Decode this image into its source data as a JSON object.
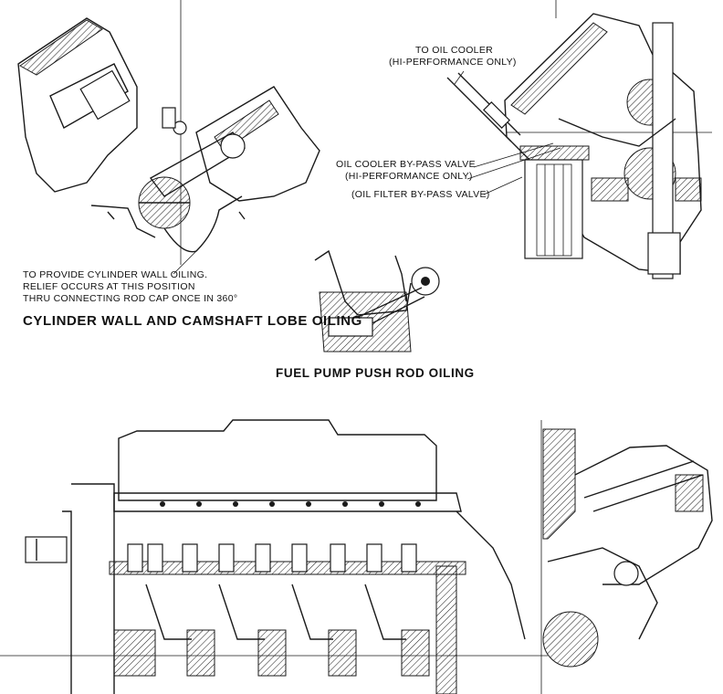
{
  "labels": {
    "oil_cooler_line1": "TO OIL COOLER",
    "oil_cooler_line2": "(HI-PERFORMANCE ONLY)",
    "bypass_line1": "OIL COOLER BY-PASS VALVE",
    "bypass_line2": "(HI-PERFORMANCE ONLY)",
    "filter_bypass": "(OIL FILTER BY-PASS VALVE)",
    "relief_line1": "TO PROVIDE CYLINDER WALL OILING.",
    "relief_line2": "RELIEF OCCURS AT THIS POSITION",
    "relief_line3": "THRU CONNECTING ROD CAP ONCE IN 360°"
  },
  "captions": {
    "cylinder_wall": "CYLINDER WALL AND CAMSHAFT LOBE OILING",
    "fuel_pump": "FUEL PUMP PUSH ROD OILING"
  }
}
